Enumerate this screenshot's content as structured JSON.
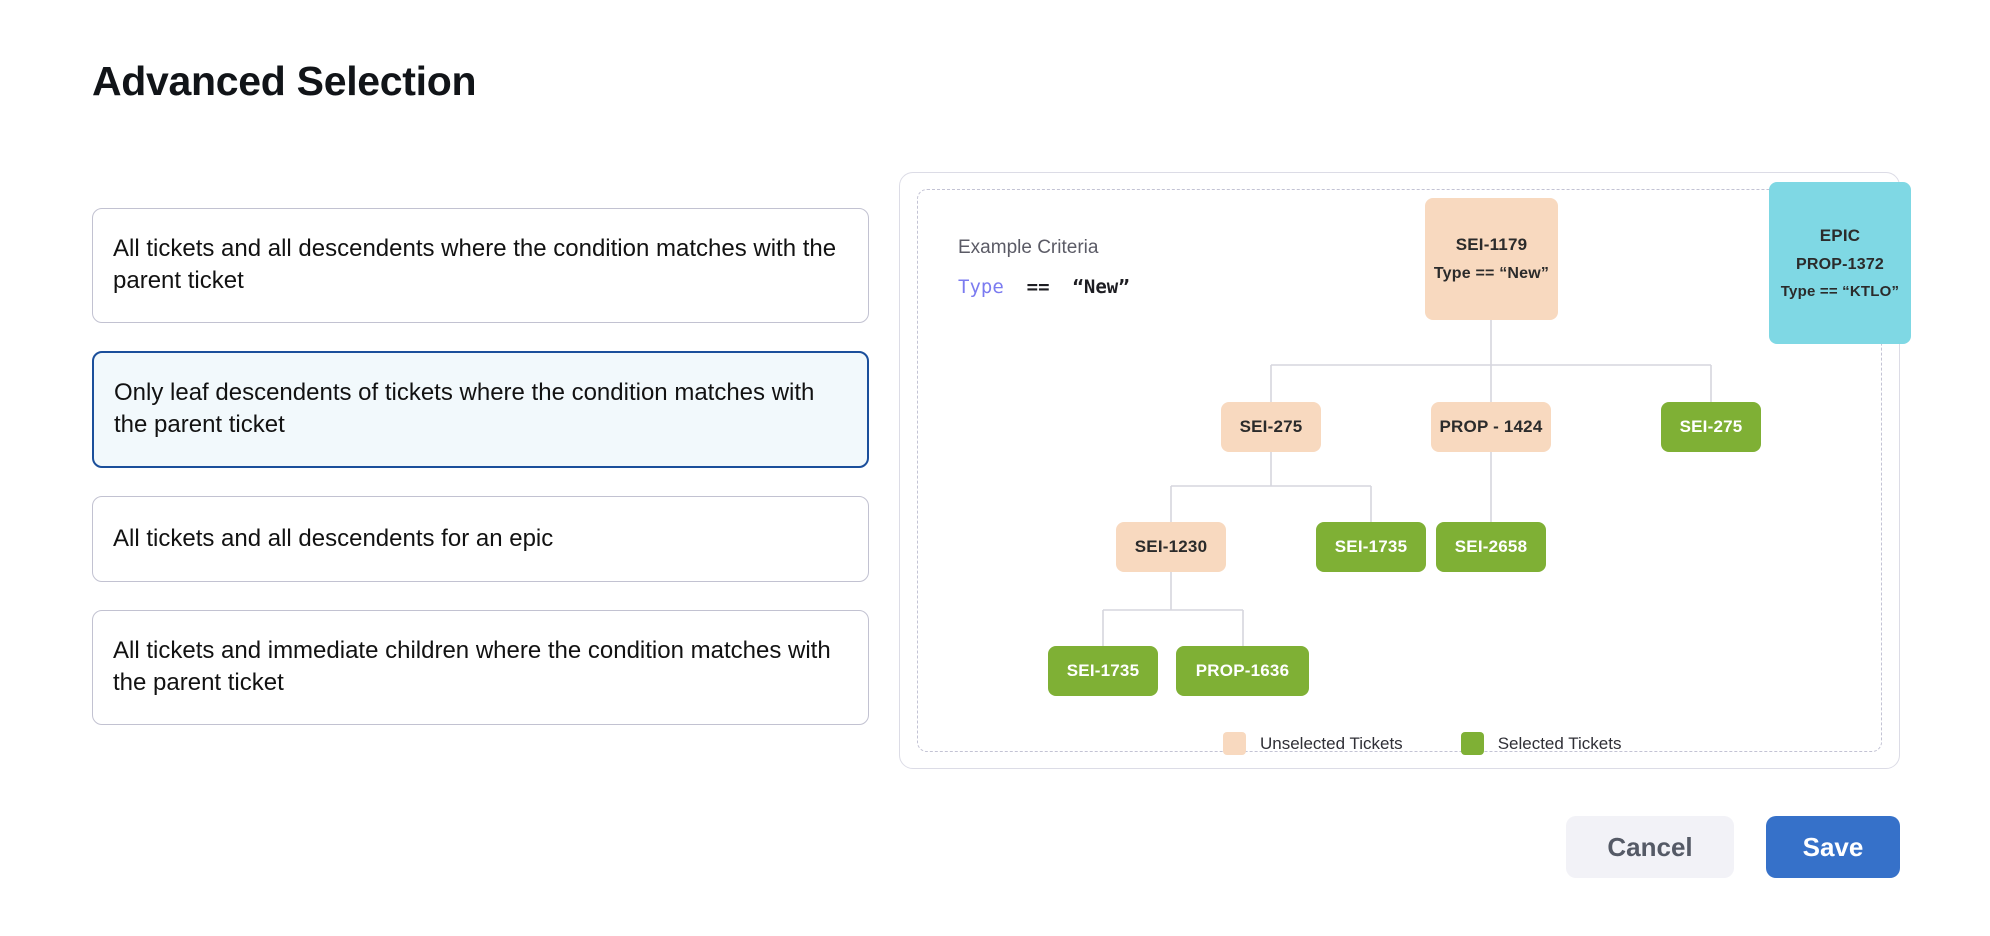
{
  "page_title": "Advanced Selection",
  "options": [
    {
      "id": "all-descendents-condition",
      "label": "All tickets and all descendents where the condition matches with the parent ticket",
      "selected": false
    },
    {
      "id": "leaf-descendents-condition",
      "label": "Only leaf descendents of tickets where the condition matches with the parent ticket",
      "selected": true
    },
    {
      "id": "all-descendents-epic",
      "label": "All tickets and all descendents for an epic",
      "selected": false
    },
    {
      "id": "immediate-children-condition",
      "label": "All tickets and immediate children where the condition matches with the parent ticket",
      "selected": false
    }
  ],
  "preview": {
    "criteria_label": "Example Criteria",
    "criteria_expr": {
      "field": "Type",
      "operator": "==",
      "value": "“New”"
    },
    "nodes": {
      "root": {
        "label": "SEI-1179",
        "sub": "Type == “New”",
        "state": "unselected"
      },
      "epic": {
        "label": "EPIC",
        "sub": "PROP-1372",
        "sub2": "Type == “KTLO”",
        "state": "epic"
      },
      "n_sei275_a": {
        "label": "SEI-275",
        "state": "unselected"
      },
      "n_prop1424": {
        "label": "PROP - 1424",
        "state": "unselected"
      },
      "n_sei275_b": {
        "label": "SEI-275",
        "state": "selected"
      },
      "n_sei1230": {
        "label": "SEI-1230",
        "state": "unselected"
      },
      "n_sei1735_a": {
        "label": "SEI-1735",
        "state": "selected"
      },
      "n_sei2658": {
        "label": "SEI-2658",
        "state": "selected"
      },
      "n_sei1735_b": {
        "label": "SEI-1735",
        "state": "selected"
      },
      "n_prop1636": {
        "label": "PROP-1636",
        "state": "selected"
      }
    },
    "legend": [
      {
        "label": "Unselected Tickets",
        "color": "#f8d9bf"
      },
      {
        "label": "Selected Tickets",
        "color": "#7fb035"
      }
    ]
  },
  "footer": {
    "cancel_label": "Cancel",
    "save_label": "Save"
  },
  "colors": {
    "accent_blue": "#3671c9",
    "selected_border": "#1b4f9b",
    "selected_fill": "#f2f9fc",
    "unselected_node": "#f8d9bf",
    "selected_node": "#7fb035",
    "epic_node": "#7fd8e4",
    "connector": "#d6d6de"
  }
}
